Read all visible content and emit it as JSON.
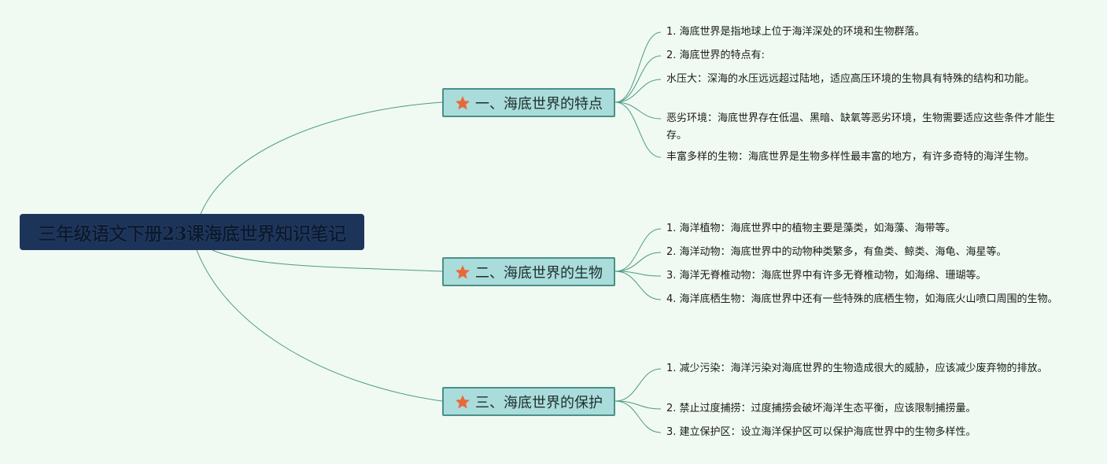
{
  "root": {
    "title": "三年级语文下册23课海底世界知识笔记"
  },
  "colors": {
    "background": "#f0faf2",
    "root_fill": "#1c3459",
    "branch_fill": "#a9dcda",
    "branch_border": "#4a9088",
    "connector": "#4f9a86",
    "star": "#e8683a"
  },
  "branch_icon": "star-icon",
  "branches": [
    {
      "label": "一、海底世界的特点",
      "items": [
        "1. 海底世界是指地球上位于海洋深处的环境和生物群落。",
        "2. 海底世界的特点有:",
        "水压大：深海的水压远远超过陆地，适应高压环境的生物具有特殊的结构和功能。",
        "恶劣环境：海底世界存在低温、黑暗、缺氧等恶劣环境，生物需要适应这些条件才能生存。",
        "丰富多样的生物：海底世界是生物多样性最丰富的地方，有许多奇特的海洋生物。"
      ]
    },
    {
      "label": "二、海底世界的生物",
      "items": [
        "1. 海洋植物：海底世界中的植物主要是藻类，如海藻、海带等。",
        "2. 海洋动物：海底世界中的动物种类繁多，有鱼类、鲸类、海龟、海星等。",
        "3. 海洋无脊椎动物：海底世界中有许多无脊椎动物，如海绵、珊瑚等。",
        "4. 海洋底栖生物：海底世界中还有一些特殊的底栖生物，如海底火山喷口周围的生物。"
      ]
    },
    {
      "label": "三、海底世界的保护",
      "items": [
        "1. 减少污染：海洋污染对海底世界的生物造成很大的威胁，应该减少废弃物的排放。",
        "2. 禁止过度捕捞：过度捕捞会破坏海洋生态平衡，应该限制捕捞量。",
        "3. 建立保护区：设立海洋保护区可以保护海底世界中的生物多样性。"
      ]
    }
  ]
}
